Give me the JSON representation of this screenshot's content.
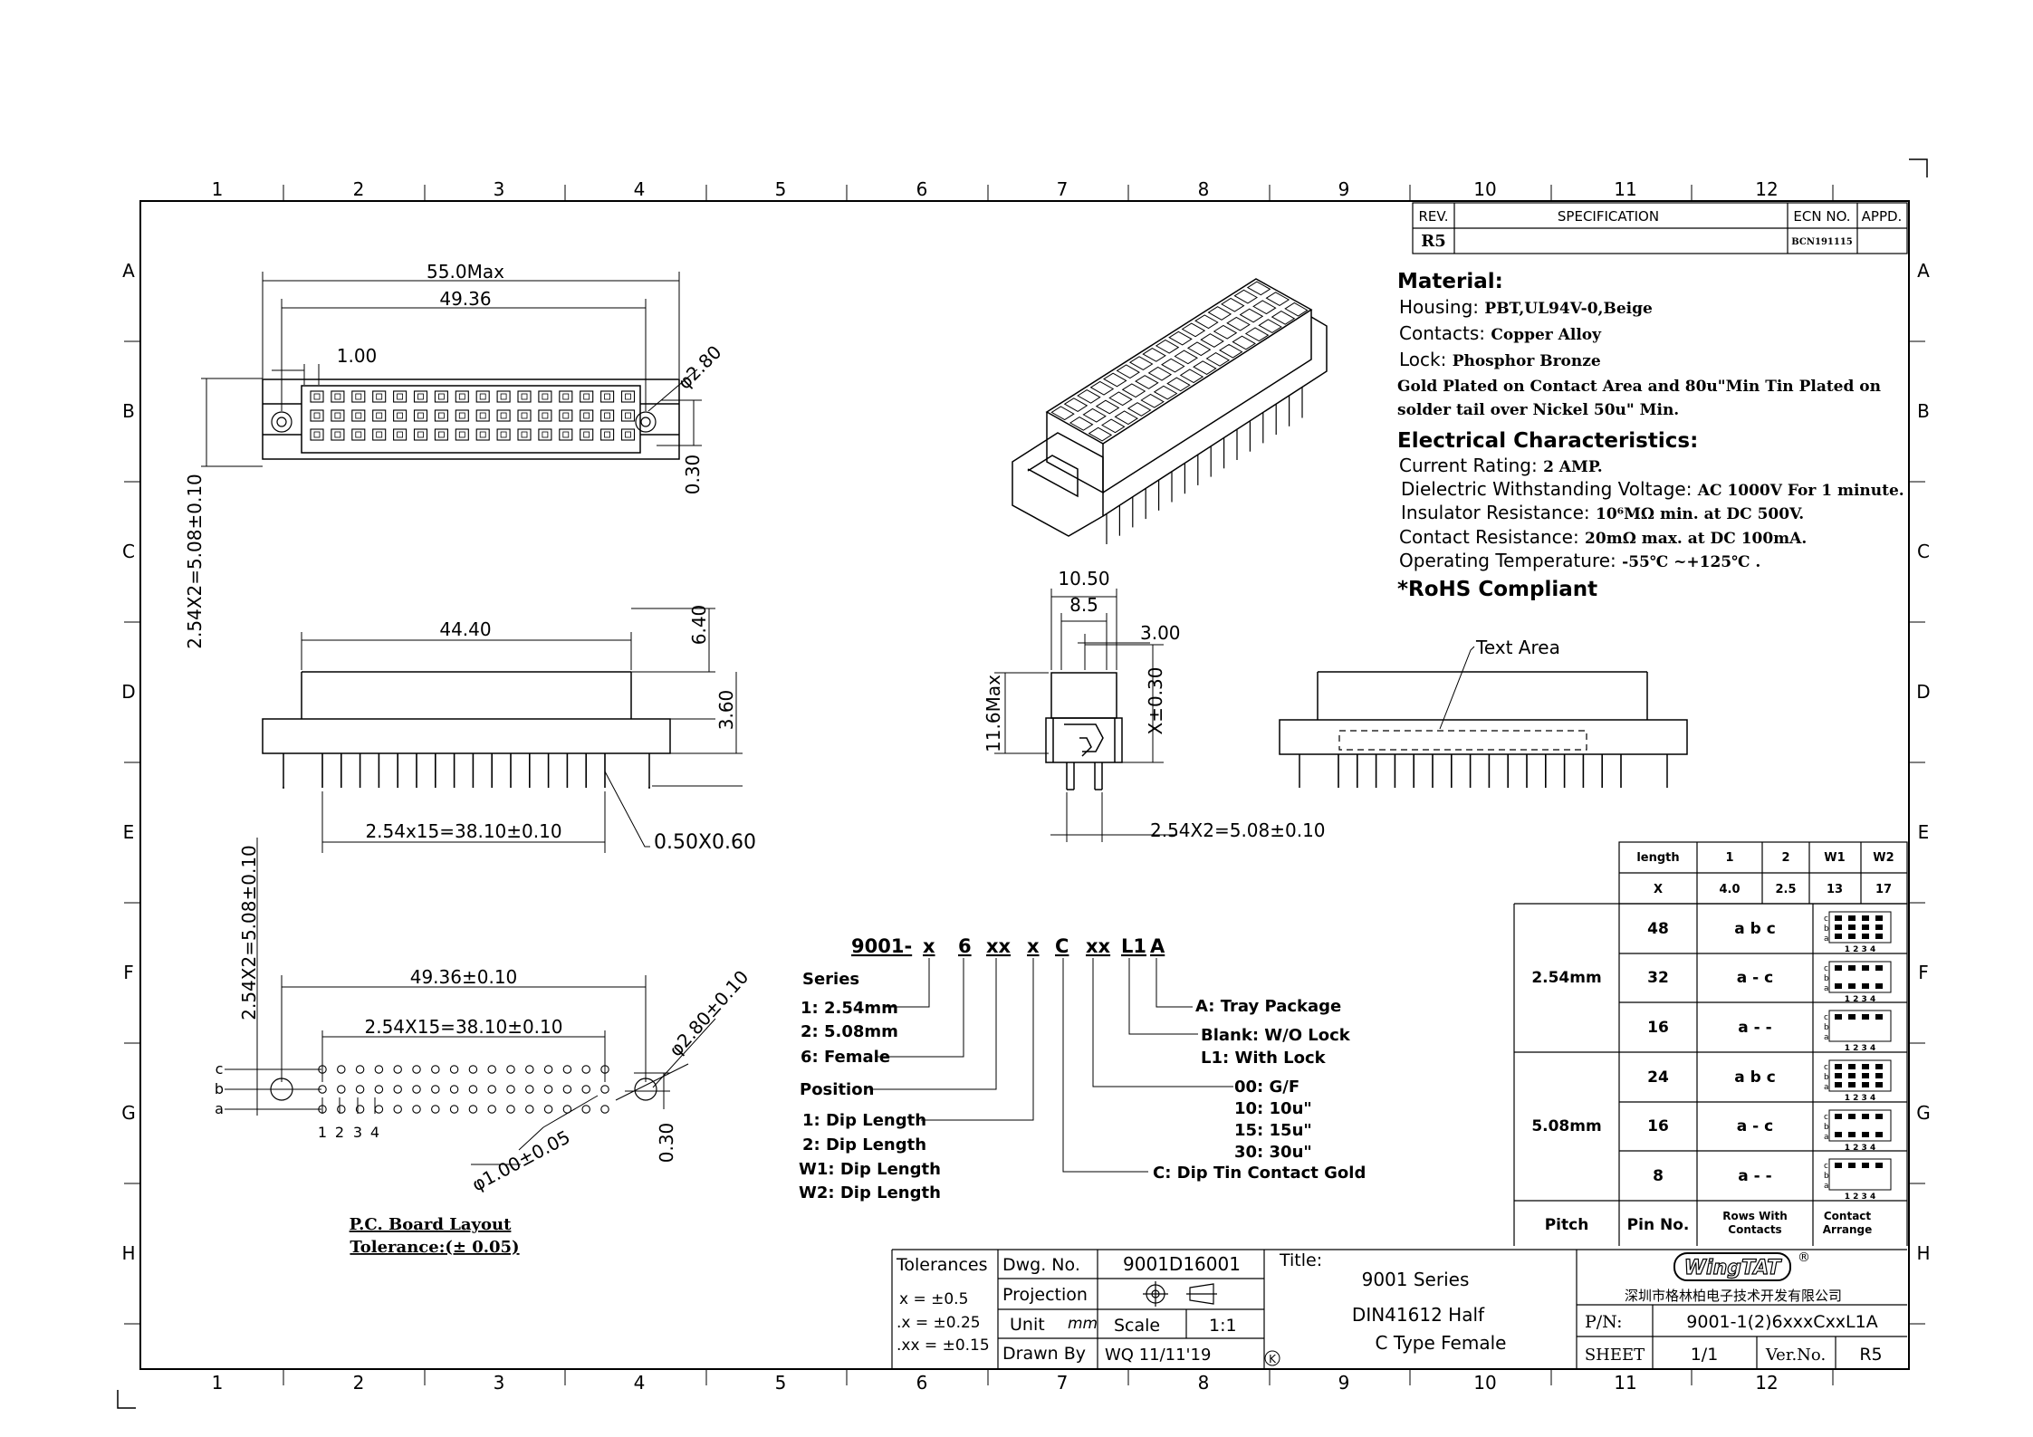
{
  "ruler": {
    "cols": [
      "1",
      "2",
      "3",
      "4",
      "5",
      "6",
      "7",
      "8",
      "9",
      "10",
      "11",
      "12"
    ],
    "rows": [
      "A",
      "B",
      "C",
      "D",
      "E",
      "F",
      "G",
      "H"
    ]
  },
  "rev_table": {
    "rev_header": "REV.",
    "spec_header": "SPECIFICATION",
    "ecn_header": "ECN  NO.",
    "appd_header": "APPD.",
    "rev_value": "R5",
    "ecn_value": "BCN191115"
  },
  "material": {
    "heading": "Material:",
    "housing_label": "Housing:",
    "housing_value": "PBT,UL94V-0,Beige",
    "contacts_label": "Contacts:",
    "contacts_value": "Copper Alloy",
    "lock_label": "Lock:",
    "lock_value": "Phosphor Bronze",
    "plating_line1": "Gold Plated on Contact Area and 80u\"Min Tin Plated on",
    "plating_line2": "solder tail over Nickel 50u\" Min."
  },
  "electrical": {
    "heading": "Electrical Characteristics:",
    "current_label": "Current Rating:",
    "current_value": "2 AMP.",
    "dielectric_label": "Dielectric Withstanding Voltage:",
    "dielectric_value": "AC 1000V For 1 minute.",
    "insulator_label": "Insulator Resistance:",
    "insulator_value": "10⁶MΩ min. at DC 500V.",
    "contact_res_label": "Contact Resistance:",
    "contact_res_value": "20mΩ max. at DC 100mA.",
    "temp_label": "Operating Temperature:",
    "temp_value": "-55℃  ~+125℃ .",
    "rohs": "*RoHS Compliant"
  },
  "dims": {
    "top_max": "55.0Max",
    "top_4936": "49.36",
    "top_100": "1.00",
    "top_phi280": "φ2.80",
    "top_030": "0.30",
    "left_pitch": "2.54X2=5.08±0.10",
    "front_4440": "44.40",
    "front_640": "6.40",
    "front_360": "3.60",
    "front_pins": "2.54x15=38.10±0.10",
    "front_pinsize": "0.50X0.60",
    "side_1050": "10.50",
    "side_85": "8.5",
    "side_300": "3.00",
    "side_116": "11.6Max",
    "side_x": "X±0.30",
    "side_pitch": "2.54X2=5.08±0.10",
    "text_area": "Text  Area",
    "pcb_pitch_v": "2.54X2=5.08±0.10",
    "pcb_4936": "49.36±0.10",
    "pcb_pins": "2.54X15=38.10±0.10",
    "pcb_phi280": "φ2.80±0.10",
    "pcb_phi100": "φ1.00±0.05",
    "pcb_030": "0.30",
    "row_c": "c",
    "row_b": "b",
    "row_a": "a",
    "col_1": "1",
    "col_2": "2",
    "col_3": "3",
    "col_4": "4",
    "pcb_title": "P.C. Board Layout",
    "pcb_tol": "Tolerance:(± 0.05)"
  },
  "partno": {
    "p1": "9001-",
    "p2": "x",
    "p3": "6",
    "p4": "xx",
    "p5": "x",
    "p6": "C",
    "p7": "xx",
    "p8": "L1",
    "p9": "A",
    "series": "Series",
    "s1": "1: 2.54mm",
    "s2": "2: 5.08mm",
    "s6": "6: Female",
    "position": "Position",
    "pos1": "1: Dip Length",
    "pos2": "2: Dip Length",
    "posw1": "W1: Dip Length",
    "posw2": "W2: Dip Length",
    "tray": "A: Tray Package",
    "blank": "Blank: W/O Lock",
    "l1": "L1: With Lock",
    "g00": "00: G/F",
    "g10": "10: 10u\"",
    "g15": "15: 15u\"",
    "g30": "30: 30u\"",
    "cdip": "C: Dip Tin Contact Gold"
  },
  "length_table": {
    "h_length": "length",
    "h_1": "1",
    "h_2": "2",
    "h_w1": "W1",
    "h_w2": "W2",
    "r_x": "X",
    "v_1": "4.0",
    "v_2": "2.5",
    "v_w1": "13",
    "v_w2": "17"
  },
  "pitch_table": {
    "g1_pitch": "2.54mm",
    "g2_pitch": "5.08mm",
    "rows": [
      {
        "pins": "48",
        "rows": "a b c"
      },
      {
        "pins": "32",
        "rows": "a - c"
      },
      {
        "pins": "16",
        "rows": "a - -"
      },
      {
        "pins": "24",
        "rows": "a b c"
      },
      {
        "pins": "16",
        "rows": "a - c"
      },
      {
        "pins": "8",
        "rows": "a - -"
      }
    ],
    "f_pitch": "Pitch",
    "f_pinno": "Pin No.",
    "f_rows1": "Rows With",
    "f_rows2": "Contacts",
    "f_arr1": "Contact",
    "f_arr2": "Arrange",
    "arr_c": "c",
    "arr_b": "b",
    "arr_a": "a",
    "arr_nums": "1 2 3 4"
  },
  "title_block": {
    "tolerances": "Tolerances",
    "tol1": "x  =  ±0.5",
    "tol2": ".x  =  ±0.25",
    "tol3": ".xx  =  ±0.15",
    "dwg_label": "Dwg. No.",
    "dwg_value": "9001D16001",
    "projection": "Projection",
    "unit": "Unit",
    "unit_value": "mm",
    "scale": "Scale",
    "scale_value": "1:1",
    "drawn_by": "Drawn By",
    "drawn_value": "WQ  11/11'19",
    "title_label": "Title:",
    "title1": "9001    Series",
    "title2": "DIN41612  Half",
    "title3": "C  Type  Female",
    "k_mark": "K",
    "logo": "WingTAT",
    "reg": "®",
    "company": "深圳市格林柏电子技术开发有限公司",
    "pn_label": "P/N:",
    "pn_value": "9001-1(2)6xxxCxxL1A",
    "sheet_label": "SHEET",
    "sheet_value": "1/1",
    "ver_label": "Ver.No.",
    "ver_value": "R5"
  }
}
